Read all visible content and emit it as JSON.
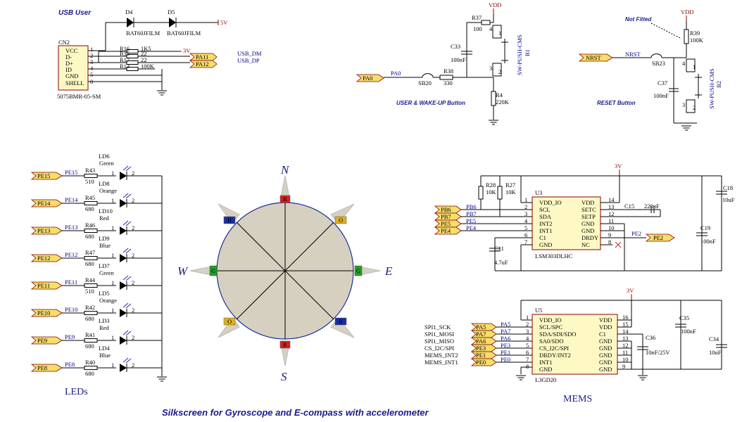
{
  "usb": {
    "header": "USB User",
    "connector_ref": "CN2",
    "connector_part": "5075BMR-05-SM",
    "pins": [
      "VCC",
      "D-",
      "D+",
      "ID",
      "GND",
      "SHELL"
    ],
    "pin_numbers": [
      "1",
      "2",
      "3",
      "4",
      "5",
      "0"
    ],
    "diode1_ref": "D4",
    "diode1_part": "BAT60JFILM",
    "diode2_ref": "D5",
    "diode2_part": "BAT60JFILM",
    "supply": "5V",
    "supply_3v": "3V",
    "resistors": [
      {
        "ref": "R16",
        "value": "1K5"
      },
      {
        "ref": "R15",
        "value": "22"
      },
      {
        "ref": "R17",
        "value": "22"
      },
      {
        "ref": "R13",
        "value": "100K"
      }
    ],
    "tags": [
      "PA11",
      "PA12"
    ],
    "net_names": [
      "USB_DM",
      "USB_DP"
    ]
  },
  "user_button": {
    "header": "USER & WAKE-UP Button",
    "vdd": "VDD",
    "r37_ref": "R37",
    "r37_value": "100",
    "c33_ref": "C33",
    "c33_value": "100nF",
    "r38_ref": "R38",
    "r38_value": "330",
    "r4_ref": "R4",
    "r4_value": "220K",
    "sb_ref": "SB20",
    "net": "PA0",
    "tag": "PA0",
    "switch": "SW-PUSH-CMS",
    "switch_ref": "B1",
    "pins": [
      "1",
      "2",
      "3",
      "4"
    ]
  },
  "reset_button": {
    "header": "RESET Button",
    "not_fitted": "Not Fitted",
    "vdd": "VDD",
    "r39_ref": "R39",
    "r39_value": "100K",
    "c37_ref": "C37",
    "c37_value": "100nF",
    "sb_ref": "SB23",
    "net": "NRST",
    "tag": "NRST",
    "switch": "SW-PUSH-CMS",
    "switch_ref": "B2",
    "pins": [
      "1",
      "2",
      "3",
      "4"
    ]
  },
  "leds": {
    "title": "LEDs",
    "items": [
      {
        "tag": "PE15",
        "net": "PE15",
        "r_ref": "R43",
        "r_val": "510",
        "led": "LD6",
        "color": "Green"
      },
      {
        "tag": "PE14",
        "net": "PE14",
        "r_ref": "R45",
        "r_val": "680",
        "led": "LD8",
        "color": "Orange"
      },
      {
        "tag": "PE13",
        "net": "PE13",
        "r_ref": "R46",
        "r_val": "680",
        "led": "LD10",
        "color": "Red"
      },
      {
        "tag": "PE12",
        "net": "PE12",
        "r_ref": "R47",
        "r_val": "680",
        "led": "LD9",
        "color": "Blue"
      },
      {
        "tag": "PE11",
        "net": "PE11",
        "r_ref": "R44",
        "r_val": "510",
        "led": "LD7",
        "color": "Green"
      },
      {
        "tag": "PE10",
        "net": "PE10",
        "r_ref": "R42",
        "r_val": "680",
        "led": "LD5",
        "color": "Orange"
      },
      {
        "tag": "PE9",
        "net": "PE9",
        "r_ref": "R41",
        "r_val": "680",
        "led": "LD3",
        "color": "Red"
      },
      {
        "tag": "PE8",
        "net": "PE8",
        "r_ref": "R40",
        "r_val": "680",
        "led": "LD4",
        "color": "Blue"
      }
    ],
    "pin1": "1",
    "pin2": "2"
  },
  "compass": {
    "north": "N",
    "south": "S",
    "east": "E",
    "west": "W",
    "markers": [
      {
        "letter": "R",
        "color": "#d42020"
      },
      {
        "letter": "O",
        "color": "#e0b020"
      },
      {
        "letter": "G",
        "color": "#20a020"
      },
      {
        "letter": "B",
        "color": "#1a2fa0"
      }
    ],
    "circle_color": "#d6d0c0"
  },
  "lsm": {
    "ref": "U3",
    "part": "LSM303DLHC",
    "supply": "3V",
    "left_pins": [
      {
        "num": "1",
        "name": "VDD_IO"
      },
      {
        "num": "2",
        "name": "SCL"
      },
      {
        "num": "3",
        "name": "SDA"
      },
      {
        "num": "4",
        "name": "INT2"
      },
      {
        "num": "5",
        "name": "INT1"
      },
      {
        "num": "6",
        "name": "C1"
      },
      {
        "num": "7",
        "name": "GND"
      }
    ],
    "right_pins": [
      {
        "num": "14",
        "name": "VDD"
      },
      {
        "num": "13",
        "name": "SETC"
      },
      {
        "num": "12",
        "name": "SETP"
      },
      {
        "num": "11",
        "name": "GND"
      },
      {
        "num": "10",
        "name": "GND"
      },
      {
        "num": "9",
        "name": "DRDY"
      },
      {
        "num": "8",
        "name": "NC"
      }
    ],
    "tags": [
      "PB6",
      "PB7",
      "PE5",
      "PE4"
    ],
    "nets": [
      "PB6",
      "PB7",
      "PE5",
      "PE4"
    ],
    "r28": {
      "ref": "R28",
      "value": "10K"
    },
    "r27": {
      "ref": "R27",
      "value": "10K"
    },
    "c15": {
      "ref": "C15",
      "value": "220nF"
    },
    "c11": {
      "ref": "C11",
      "value": "4.7uF"
    },
    "c18": {
      "ref": "C18",
      "value": "10uF"
    },
    "c19": {
      "ref": "C19",
      "value": "100nF"
    },
    "out_tag": "PE2",
    "out_net": "PE2"
  },
  "l3g": {
    "ref": "U5",
    "part": "L3GD20",
    "supply": "3V",
    "left_pins": [
      {
        "num": "1",
        "name": "VDD_IO"
      },
      {
        "num": "2",
        "name": "SCL/SPC"
      },
      {
        "num": "3",
        "name": "SDA/SDI/SDO"
      },
      {
        "num": "4",
        "name": "SA0/SDO"
      },
      {
        "num": "5",
        "name": "CS_I2C/SPI"
      },
      {
        "num": "6",
        "name": "DRDY/INT2"
      },
      {
        "num": "7",
        "name": "INT1"
      },
      {
        "num": "8",
        "name": "GND"
      }
    ],
    "right_pins": [
      {
        "num": "16",
        "name": "VDD"
      },
      {
        "num": "15",
        "name": "VDD"
      },
      {
        "num": "14",
        "name": "C1"
      },
      {
        "num": "13",
        "name": "GND"
      },
      {
        "num": "12",
        "name": "GND"
      },
      {
        "num": "11",
        "name": "GND"
      },
      {
        "num": "10",
        "name": "GND"
      },
      {
        "num": "9",
        "name": "GND"
      }
    ],
    "signals": [
      "SPI1_SCK",
      "SPI1_MOSI",
      "SPI1_MISO",
      "CS_I2C/SPI",
      "MEMS_INT2",
      "MEMS_INT1"
    ],
    "tags": [
      "PA5",
      "PA7",
      "PA6",
      "PE3",
      "PE1",
      "PE0"
    ],
    "nets": [
      "PA5",
      "PA7",
      "PA6",
      "PE3",
      "PE1",
      "PE0"
    ],
    "c36": {
      "ref": "C36",
      "value": "10nF/25V"
    },
    "c35": {
      "ref": "C35",
      "value": "100nF"
    },
    "c34": {
      "ref": "C34",
      "value": "10uF"
    },
    "title": "MEMS"
  },
  "footer": "Silkscreen for Gyroscope and E-compass with accelerometer"
}
